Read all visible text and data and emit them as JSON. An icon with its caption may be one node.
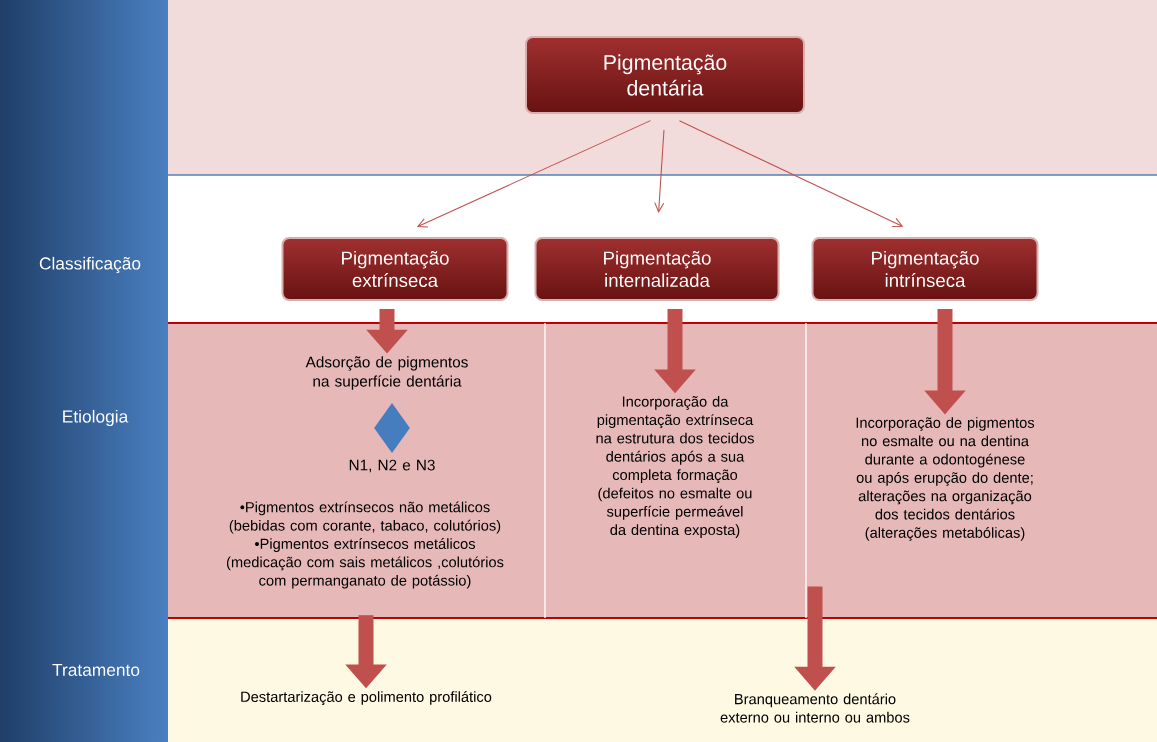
{
  "diagram": {
    "nodes": [
      {
        "text": [
          "Pigmentação dentária"
        ]
      },
      {
        "text": [
          "Pigmentação extrínseca"
        ]
      },
      {
        "text": [
          "Pigmentação internalizada"
        ]
      },
      {
        "text": [
          "Pigmentação intrínseca"
        ]
      },
      {
        "text": [
          "Adsorção de pigmentos na superfície dentária"
        ]
      },
      {
        "text": [],
        "shape": "diamond"
      },
      {
        "text": [
          "N1, N2 e N3"
        ]
      },
      {
        "text": [
          "•Pigmentos extrínsecos não metálicos (bebidas com corante, tabaco, colutórios)",
          "•Pigmentos extrínsecos metálicos (medicação com sais metálicos ,colutórios com permanganato de potássio)"
        ]
      },
      {
        "text": [
          "Incorporação da pigmentação extrínseca na estrutura dos tecidos dentários após a sua completa formação (defeitos no esmalte ou superfície permeável da dentina exposta)"
        ]
      },
      {
        "text": [
          "Incorporação de pigmentos no esmalte ou na dentina durante a odontogénese ou após erupção do dente; alterações na organização dos tecidos dentários (alterações metabólicas)"
        ]
      },
      {
        "text": [
          "Destartarização e polimento profilático"
        ]
      },
      {
        "text": [
          "Branqueamento dentário externo ou interno ou ambos"
        ]
      }
    ],
    "edges": [
      {
        "from": 0,
        "to": 1,
        "arrow": "to"
      },
      {
        "from": 0,
        "to": 2,
        "arrow": "to"
      },
      {
        "from": 0,
        "to": 3,
        "arrow": "to"
      },
      {
        "from": 1,
        "to": 4,
        "arrow": "to"
      },
      {
        "from": 2,
        "to": 8,
        "arrow": "to"
      },
      {
        "from": 3,
        "to": 9,
        "arrow": "to"
      },
      {
        "from": 7,
        "to": 10,
        "arrow": "to"
      },
      {
        "from": 9,
        "to": 11,
        "arrow": "to"
      }
    ],
    "labels": [
      "Classificação",
      "Etiologia",
      "Tratamento"
    ]
  }
}
